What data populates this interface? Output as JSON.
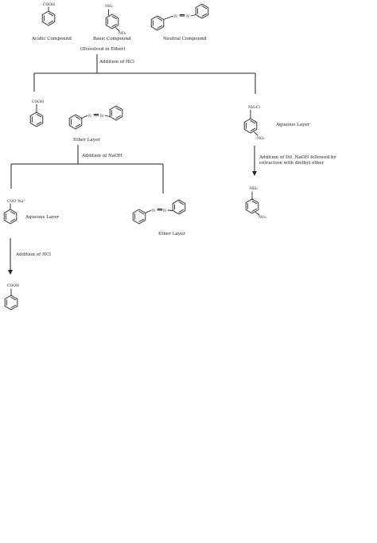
{
  "start": {
    "acidic_label": "Acidic Compound",
    "basic_label": "Basic Compound",
    "neutral_label": "Neutral Compound",
    "dissolved_note": "(Dissolved in Ether)",
    "acid_group": "COOH",
    "amine_group": "NH₂",
    "nitro_group": "NO₂",
    "azo_left": "N",
    "azo_right": "N"
  },
  "step1": {
    "reagent": "Addition of HCl"
  },
  "ether_layer_1": {
    "label": "Ether Layer",
    "acid_group": "COOH",
    "azo_left": "N",
    "azo_right": "N"
  },
  "aqueous_layer_1": {
    "label": "Aqueous Layer",
    "salt_group": "NH₃Cl",
    "nitro_group": "NO₂",
    "reagent_line1": "Addition of Dil. NaOH followed by",
    "reagent_line2": "extraction with diethyl ether"
  },
  "basic_product": {
    "amine_group": "NH₂",
    "nitro_group": "NO₂"
  },
  "step2": {
    "reagent": "Addition of NaOH"
  },
  "aqueous_layer_2": {
    "label": "Aqueous Layer",
    "salt_group": "COO⁻Na⁺"
  },
  "ether_layer_2": {
    "label": "Ether Layer",
    "azo_left": "N",
    "azo_right": "N"
  },
  "step3": {
    "reagent": "Addition of HCl"
  },
  "acid_product": {
    "acid_group": "COOH"
  }
}
